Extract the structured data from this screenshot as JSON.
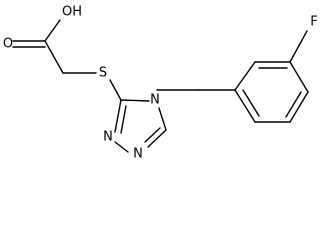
{
  "molecule": {
    "atoms": {
      "hydroxyl_o": "OH",
      "carbonyl_o": "O",
      "thioether_s": "S",
      "triazole_n4": "N",
      "triazole_n1": "N",
      "triazole_n2": "N",
      "fluorine": "F"
    },
    "colors": {
      "bond": "#000000",
      "label": "#000000",
      "background": "#ffffff"
    }
  }
}
